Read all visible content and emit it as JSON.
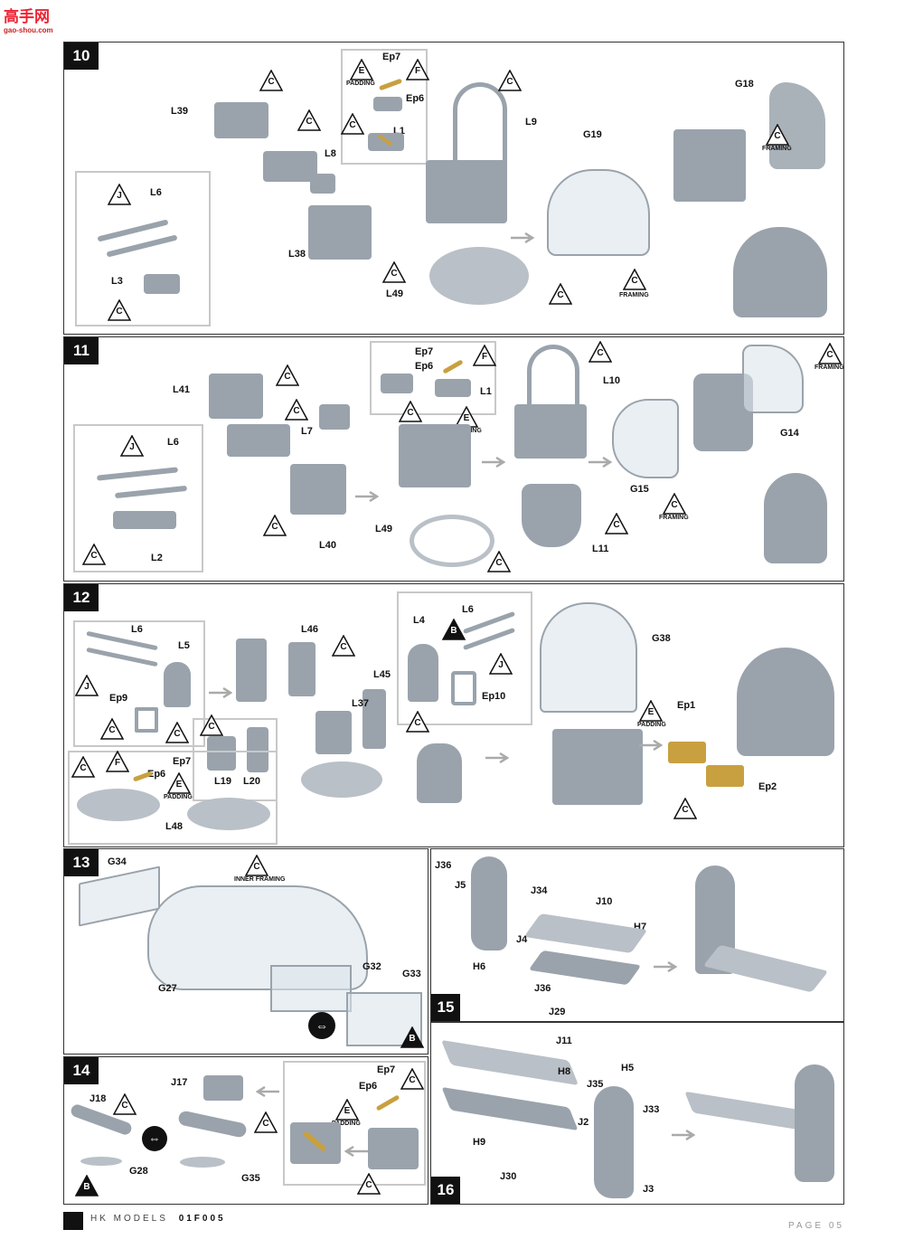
{
  "site_logo": {
    "chars": "高手网",
    "url": "gao-shou.com"
  },
  "steps": {
    "s10": {
      "number": "10"
    },
    "s11": {
      "number": "11"
    },
    "s12": {
      "number": "12"
    },
    "s13": {
      "number": "13"
    },
    "s14": {
      "number": "14"
    },
    "s15": {
      "number": "15"
    },
    "s16": {
      "number": "16"
    }
  },
  "markers": {
    "C": "C",
    "E": "E",
    "F": "F",
    "J": "J",
    "B": "B",
    "padding": "PADDING",
    "framing": "FRAMING",
    "inner_framing": "INNER FRAMING"
  },
  "labels10": {
    "ep7": "Ep7",
    "ep6": "Ep6",
    "l1": "L1",
    "l39": "L39",
    "l8": "L8",
    "l6": "L6",
    "l3": "L3",
    "l38": "L38",
    "l49": "L49",
    "l9": "L9",
    "g19": "G19",
    "g18": "G18"
  },
  "labels11": {
    "ep7": "Ep7",
    "ep6": "Ep6",
    "l1": "L1",
    "l41": "L41",
    "l7": "L7",
    "l6": "L6",
    "l2": "L2",
    "l40": "L40",
    "l49": "L49",
    "l10": "L10",
    "l11": "L11",
    "g15": "G15",
    "g14": "G14"
  },
  "labels12": {
    "l6a": "L6",
    "l5": "L5",
    "ep9": "Ep9",
    "l46": "L46",
    "l45": "L45",
    "l37": "L37",
    "l4": "L4",
    "l6b": "L6",
    "ep10": "Ep10",
    "g38": "G38",
    "ep1": "Ep1",
    "ep2": "Ep2",
    "ep7": "Ep7",
    "ep6": "Ep6",
    "l19": "L19",
    "l20": "L20",
    "l48": "L48"
  },
  "labels13": {
    "g34": "G34",
    "g27": "G27",
    "g32": "G32",
    "g33": "G33"
  },
  "labels14": {
    "j18": "J18",
    "j17": "J17",
    "g28": "G28",
    "g35": "G35",
    "ep7": "Ep7",
    "ep6": "Ep6"
  },
  "labels15": {
    "j36a": "J36",
    "j5": "J5",
    "j34": "J34",
    "j10": "J10",
    "h7": "H7",
    "j4": "J4",
    "h6": "H6",
    "j36b": "J36",
    "j29": "J29"
  },
  "labels16": {
    "j11": "J11",
    "h8": "H8",
    "j35": "J35",
    "h5": "H5",
    "j33": "J33",
    "j2": "J2",
    "h9": "H9",
    "j30": "J30",
    "j3": "J3"
  },
  "footer": {
    "brand": "HK MODELS",
    "code": "01F005",
    "page": "PAGE 05"
  }
}
